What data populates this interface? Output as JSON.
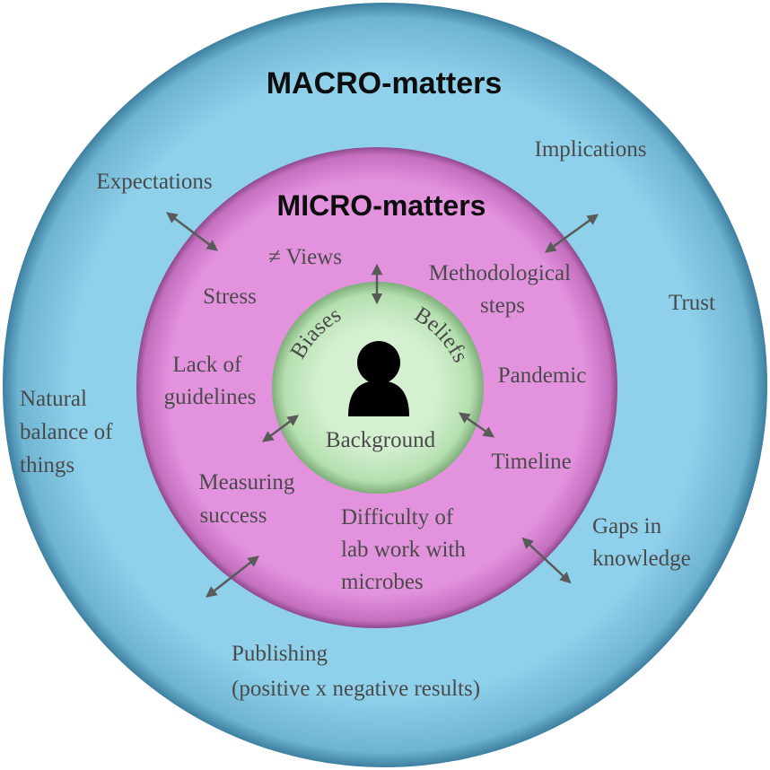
{
  "colors": {
    "macro_fill": "#8ecfe9",
    "micro_fill": "#e191dc",
    "core_fill": "#c7eac3",
    "text": "#4a4a4a",
    "title": "#0d0d0d",
    "arrow": "#5a5a5a"
  },
  "icon": "person-icon",
  "titles": {
    "macro": "MACRO-matters",
    "micro": "MICRO-matters"
  },
  "core": {
    "biases": "Biases",
    "beliefs": "Beliefs",
    "background": "Background"
  },
  "micro": {
    "views": "≠ Views",
    "stress": "Stress",
    "methodological_1": "Methodological",
    "methodological_2": "steps",
    "lack_1": "Lack of",
    "lack_2": "guidelines",
    "pandemic": "Pandemic",
    "timeline": "Timeline",
    "measuring_1": "Measuring",
    "measuring_2": "success",
    "difficulty_1": "Difficulty of",
    "difficulty_2": "lab work with",
    "difficulty_3": "microbes"
  },
  "macro": {
    "expectations": "Expectations",
    "implications": "Implications",
    "trust": "Trust",
    "natural_1": "Natural",
    "natural_2": "balance of",
    "natural_3": "things",
    "gaps_1": "Gaps in",
    "gaps_2": "knowledge",
    "publishing_1": "Publishing",
    "publishing_2": "(positive x negative results)"
  }
}
